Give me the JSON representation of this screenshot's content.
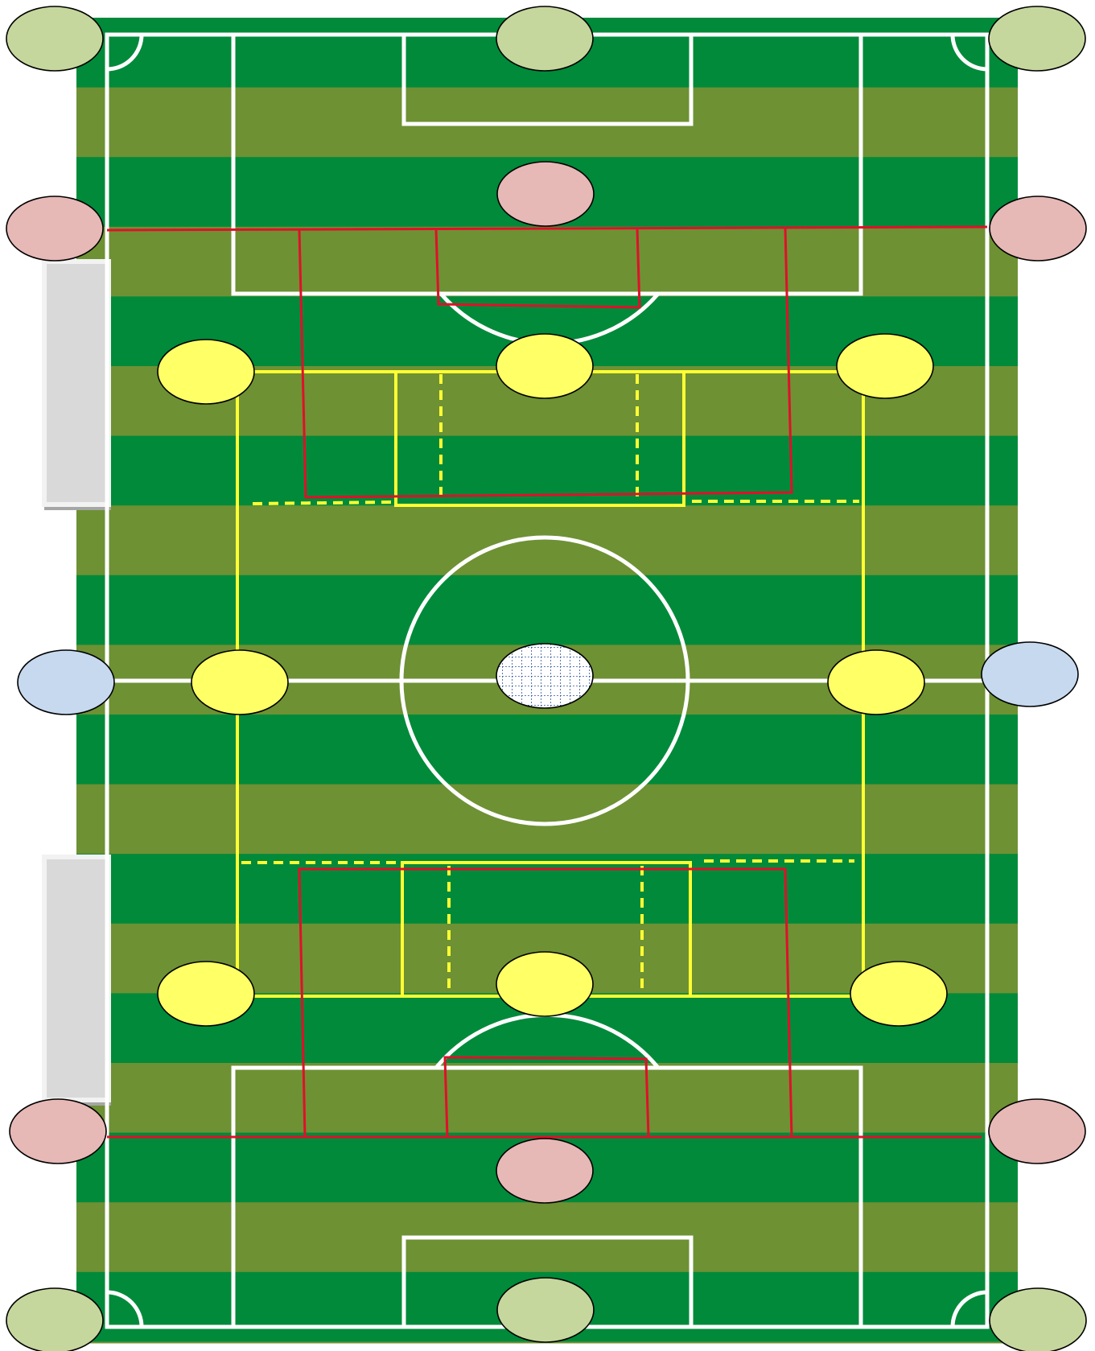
{
  "colors": {
    "background": "#ffffff",
    "grass_dark": "#008A3A",
    "grass_light": "#6E9134",
    "pitch_lines": "#ffffff",
    "zone_red": "#E0102A",
    "zone_yellow": "#FFFF33",
    "marker_green": "#C5D79D",
    "marker_pink": "#E6B8B6",
    "marker_blue": "#C7D9EF",
    "marker_yellow": "#FFFF66",
    "marker_outline": "#000000",
    "ball_pattern": "#2F5597",
    "side_panel_fill": "#D9D9D9",
    "side_panel_edge": "#F2F2F2"
  },
  "legend": null,
  "markers": {
    "green": {
      "count": 6,
      "role": "corner-and-goal"
    },
    "pink": {
      "count": 6,
      "role": "outer-zone"
    },
    "blue": {
      "count": 2,
      "role": "halfway-line"
    },
    "yellow": {
      "count": 8,
      "role": "inner-zone"
    },
    "ball": {
      "count": 1,
      "pattern": "grid"
    }
  }
}
